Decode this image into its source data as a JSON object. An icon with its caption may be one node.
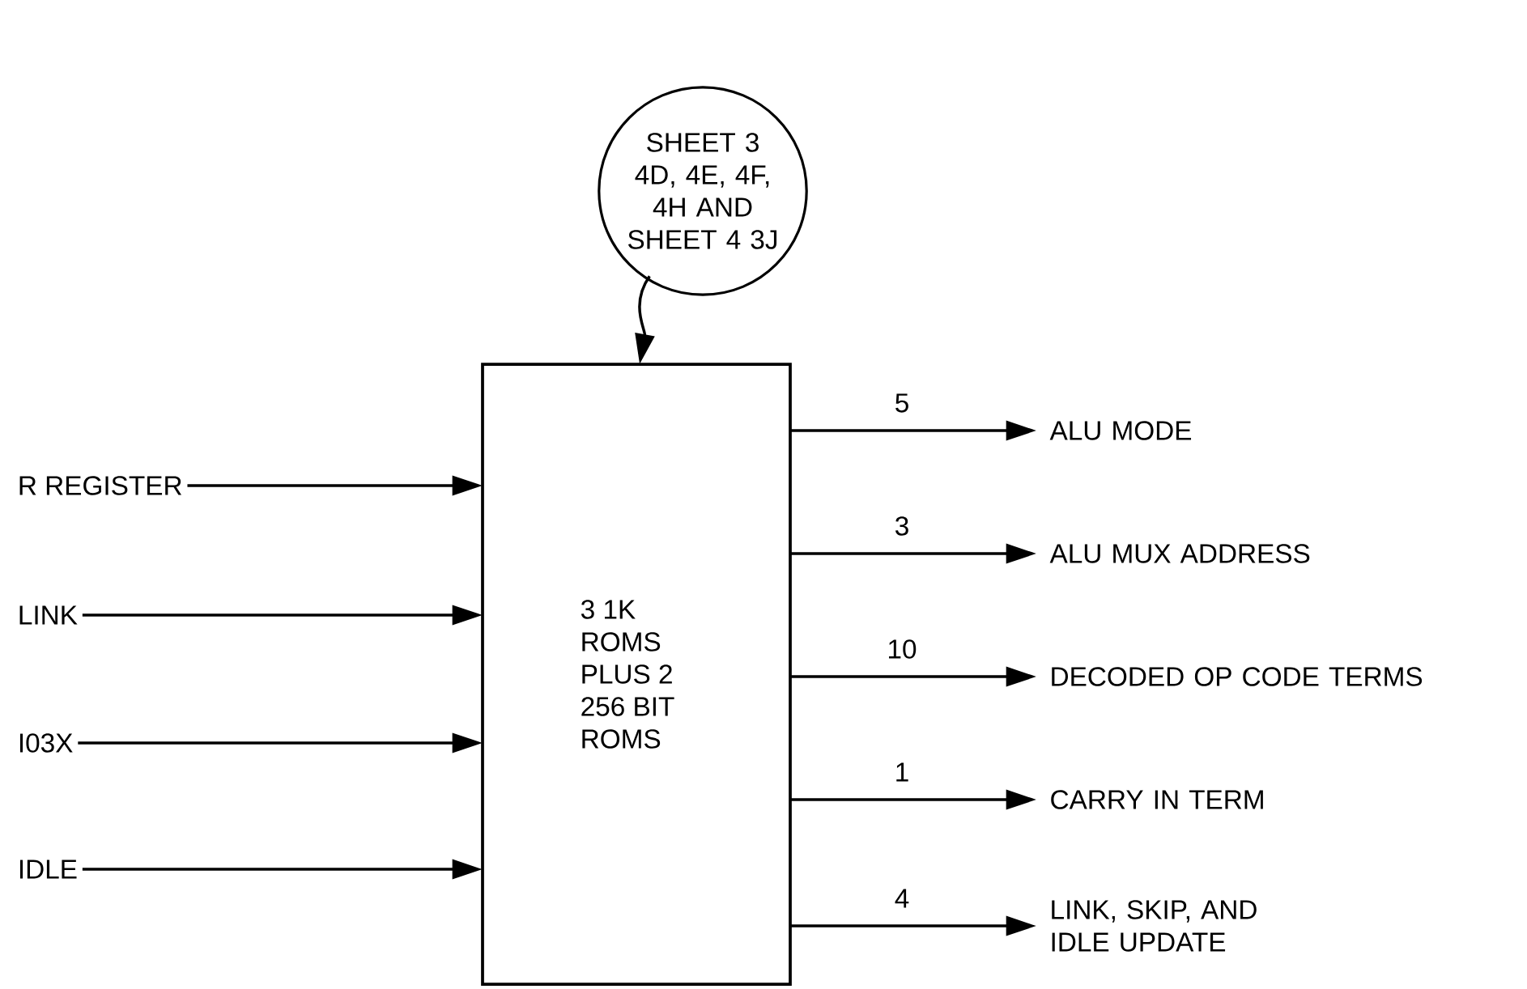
{
  "diagram": {
    "nodes": [
      {
        "text": [
          "SHEET 3 4D, 4E, 4F, 4H AND SHEET 4 3J"
        ]
      },
      {
        "text": [
          "3 1K ROMS PLUS 2 256 BIT ROMS"
        ]
      },
      {
        "text": [
          "R REGISTER"
        ]
      },
      {
        "text": [
          "LINK"
        ]
      },
      {
        "text": [
          "I03X"
        ]
      },
      {
        "text": [
          "IDLE"
        ]
      },
      {
        "text": [
          "ALU MODE"
        ]
      },
      {
        "text": [
          "ALU MUX ADDRESS"
        ]
      },
      {
        "text": [
          "DECODED OP CODE TERMS"
        ]
      },
      {
        "text": [
          "CARRY IN TERM"
        ]
      },
      {
        "text": [
          "LINK, SKIP, AND IDLE UPDATE"
        ]
      }
    ],
    "edges": [
      {
        "from": 0,
        "to": 1,
        "arrow": "to"
      },
      {
        "from": 2,
        "to": 1,
        "arrow": "to"
      },
      {
        "from": 3,
        "to": 1,
        "arrow": "to"
      },
      {
        "from": 4,
        "to": 1,
        "arrow": "to"
      },
      {
        "from": 5,
        "to": 1,
        "arrow": "to"
      },
      {
        "from": 1,
        "to": 6,
        "arrow": "to",
        "label": "5"
      },
      {
        "from": 1,
        "to": 7,
        "arrow": "to",
        "label": "3"
      },
      {
        "from": 1,
        "to": 8,
        "arrow": "to",
        "label": "10"
      },
      {
        "from": 1,
        "to": 9,
        "arrow": "to",
        "label": "1"
      },
      {
        "from": 1,
        "to": 10,
        "arrow": "to",
        "label": "4"
      }
    ]
  }
}
